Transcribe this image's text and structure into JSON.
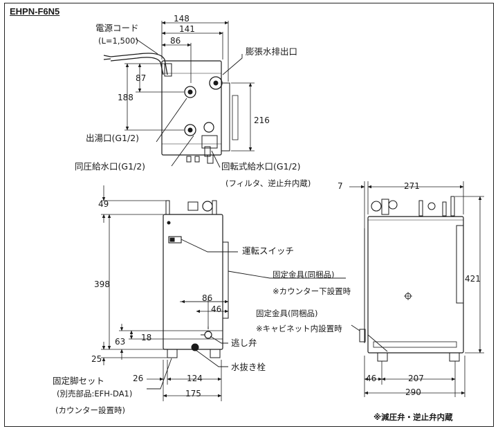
{
  "model": "EHPN-F6N5",
  "top_view": {
    "power_cord_label": "電源コード",
    "power_cord_length": "(L=1,500)",
    "expansion_drain_label": "膨張水排出口",
    "hot_water_outlet_label": "出湯口(G1/2)",
    "same_pressure_inlet_label": "同圧給水口(G1/2)",
    "rotary_inlet_label": "回転式給水口(G1/2)",
    "rotary_inlet_note": "(フィルタ、逆止弁内蔵)",
    "dims": {
      "w148": "148",
      "w141": "141",
      "w86": "86",
      "h87": "87",
      "h188": "188",
      "h216": "216"
    }
  },
  "front_view": {
    "run_switch_label": "運転スイッチ",
    "bracket_label": "固定金具(同梱品)",
    "bracket_note": "※カウンター下設置時",
    "relief_valve_label": "逃し弁",
    "drain_plug_label": "水抜き栓",
    "leg_set_label": "固定脚セット",
    "leg_set_part": "(別売部品:EFH-DA1)",
    "leg_set_note": "(カウンター設置時)",
    "dims": {
      "h49": "49",
      "h398": "398",
      "h63": "63",
      "h18": "18",
      "h25": "25",
      "w86": "86",
      "w46": "46",
      "w26": "26",
      "w124": "124",
      "w175": "175"
    }
  },
  "side_view": {
    "bracket_label": "固定金具(同梱品)",
    "bracket_note": "※キャビネット内設置時",
    "dims": {
      "w7": "7",
      "w271": "271",
      "h421": "421",
      "w46": "46",
      "w207": "207",
      "w290": "290"
    }
  },
  "footnote": "※減圧弁・逆止弁内蔵"
}
